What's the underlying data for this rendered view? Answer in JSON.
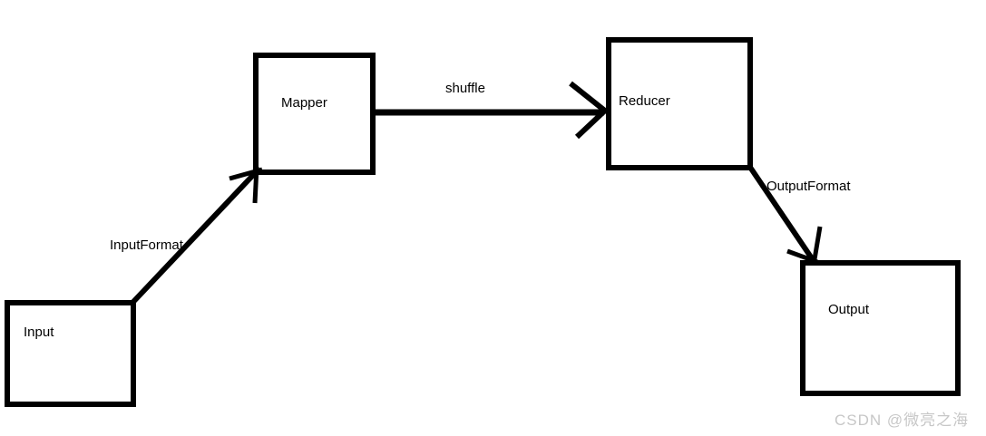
{
  "nodes": {
    "input": {
      "label": "Input"
    },
    "mapper": {
      "label": "Mapper"
    },
    "reducer": {
      "label": "Reducer"
    },
    "output": {
      "label": "Output"
    }
  },
  "edges": {
    "input_to_mapper": {
      "label": "InputFormat"
    },
    "mapper_to_reducer": {
      "label": "shuffle"
    },
    "reducer_to_output": {
      "label": "OutputFormat"
    }
  },
  "watermark": {
    "text": "CSDN @微亮之海"
  },
  "colors": {
    "stroke": "#000000",
    "background": "#ffffff",
    "watermark_gray": "#c7c7c7"
  }
}
